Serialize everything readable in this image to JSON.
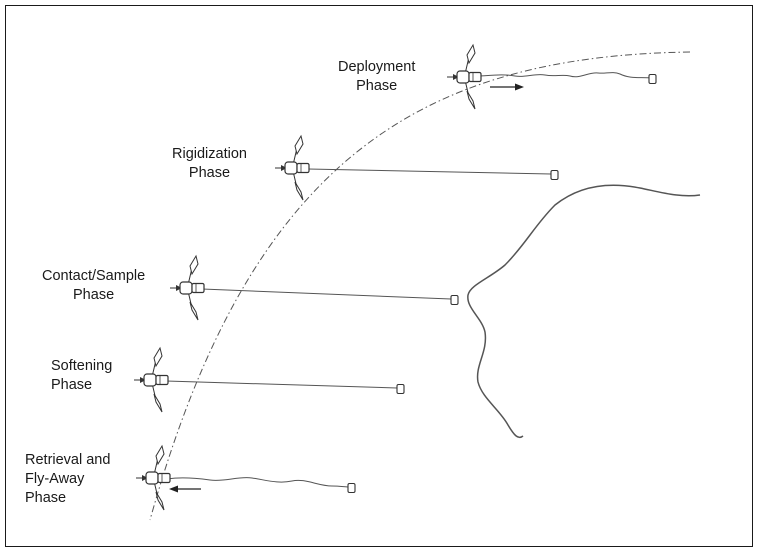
{
  "phases": [
    {
      "line1": "Deployment",
      "line2": "Phase"
    },
    {
      "line1": "Rigidization",
      "line2": "Phase"
    },
    {
      "line1": "Contact/Sample",
      "line2": "Phase"
    },
    {
      "line1": "Softening",
      "line2": "Phase"
    },
    {
      "line1": "Retrieval and",
      "line2": "Fly-Away",
      "line3": "Phase"
    }
  ]
}
